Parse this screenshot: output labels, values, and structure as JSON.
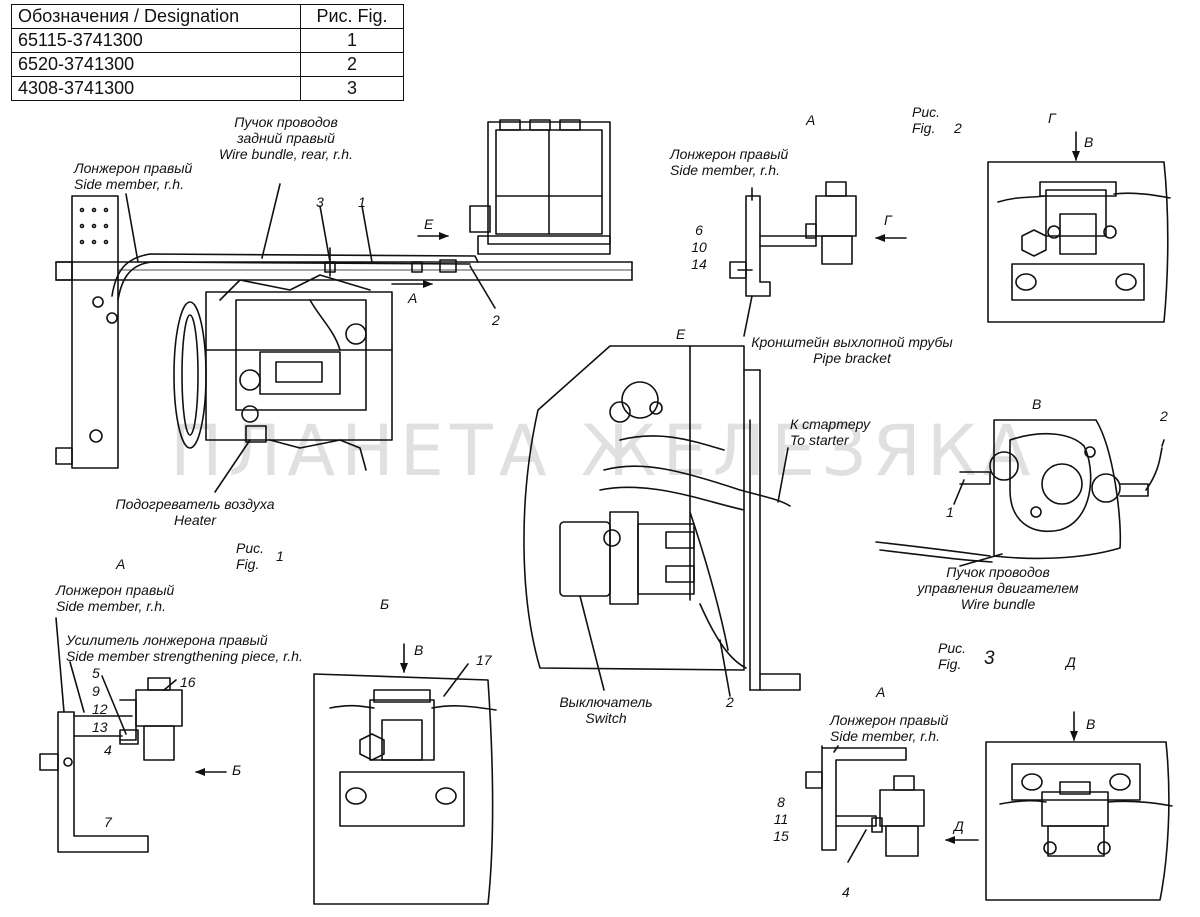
{
  "designation_table": {
    "header": [
      "Обозначения / Designation",
      "Рис. Fig."
    ],
    "rows": [
      [
        "65115-3741300",
        "1"
      ],
      [
        "6520-3741300",
        "2"
      ],
      [
        "4308-3741300",
        "3"
      ]
    ]
  },
  "fig1": {
    "wire_bundle_label_ru": "Пучок проводов",
    "wire_bundle_label_ru2": "задний правый",
    "wire_bundle_label_en": "Wire bundle, rear, r.h.",
    "side_member_ru": "Лонжерон правый",
    "side_member_en": "Side member, r.h.",
    "callout_3": "3",
    "callout_1": "1",
    "callout_2": "2",
    "view_e": "Е",
    "view_a": "А",
    "heater_ru": "Подогреватель воздуха",
    "heater_en": "Heater",
    "fig_caption_ru": "Рис.",
    "fig_caption_en": "Fig.",
    "fig_number": "1"
  },
  "detail_a1": {
    "title": "А",
    "side_member_ru": "Лонжерон правый",
    "side_member_en": "Side member, r.h.",
    "strengthening_ru": "Усилитель лонжерона правый",
    "strengthening_en": "Side member strengthening piece, r.h.",
    "callouts_stack": [
      "5",
      "9",
      "12",
      "13"
    ],
    "callout_16": "16",
    "callout_4": "4",
    "callout_7": "7",
    "arrow_b": "Б"
  },
  "detail_b": {
    "title": "Б",
    "arrow_v": "В",
    "callout_17": "17"
  },
  "fig2": {
    "title_a": "А",
    "fig_caption_ru": "Рис.",
    "fig_caption_en": "Fig.",
    "fig_number": "2",
    "side_member_ru": "Лонжерон правый",
    "side_member_en": "Side member, r.h.",
    "callouts_stack": [
      "6",
      "10",
      "14"
    ],
    "arrow_g": "Г",
    "pipe_bracket_ru": "Кронштейн выхлопной трубы",
    "pipe_bracket_en": "Pipe bracket"
  },
  "detail_g": {
    "title": "Г",
    "arrow_v": "В"
  },
  "detail_e": {
    "title": "Е",
    "to_starter_ru": "К стартеру",
    "to_starter_en": "To starter",
    "switch_ru": "Выключатель",
    "switch_en": "Switch",
    "callout_2": "2"
  },
  "detail_v": {
    "title": "В",
    "callout_2": "2",
    "callout_1": "1",
    "wire_bundle_ru": "Пучок проводов",
    "wire_bundle_ru2": "управления двигателем",
    "wire_bundle_en": "Wire bundle"
  },
  "fig3": {
    "fig_caption_ru": "Рис.",
    "fig_caption_en": "Fig.",
    "fig_number": "3",
    "title_d": "Д",
    "title_a": "А",
    "side_member_ru": "Лонжерон правый",
    "side_member_en": "Side member, r.h.",
    "callouts_stack": [
      "8",
      "11",
      "15"
    ],
    "arrow_d": "Д",
    "callout_4": "4",
    "arrow_v": "В"
  },
  "watermark": "ПЛАНЕТА ЖЕЛЕЗЯКА"
}
